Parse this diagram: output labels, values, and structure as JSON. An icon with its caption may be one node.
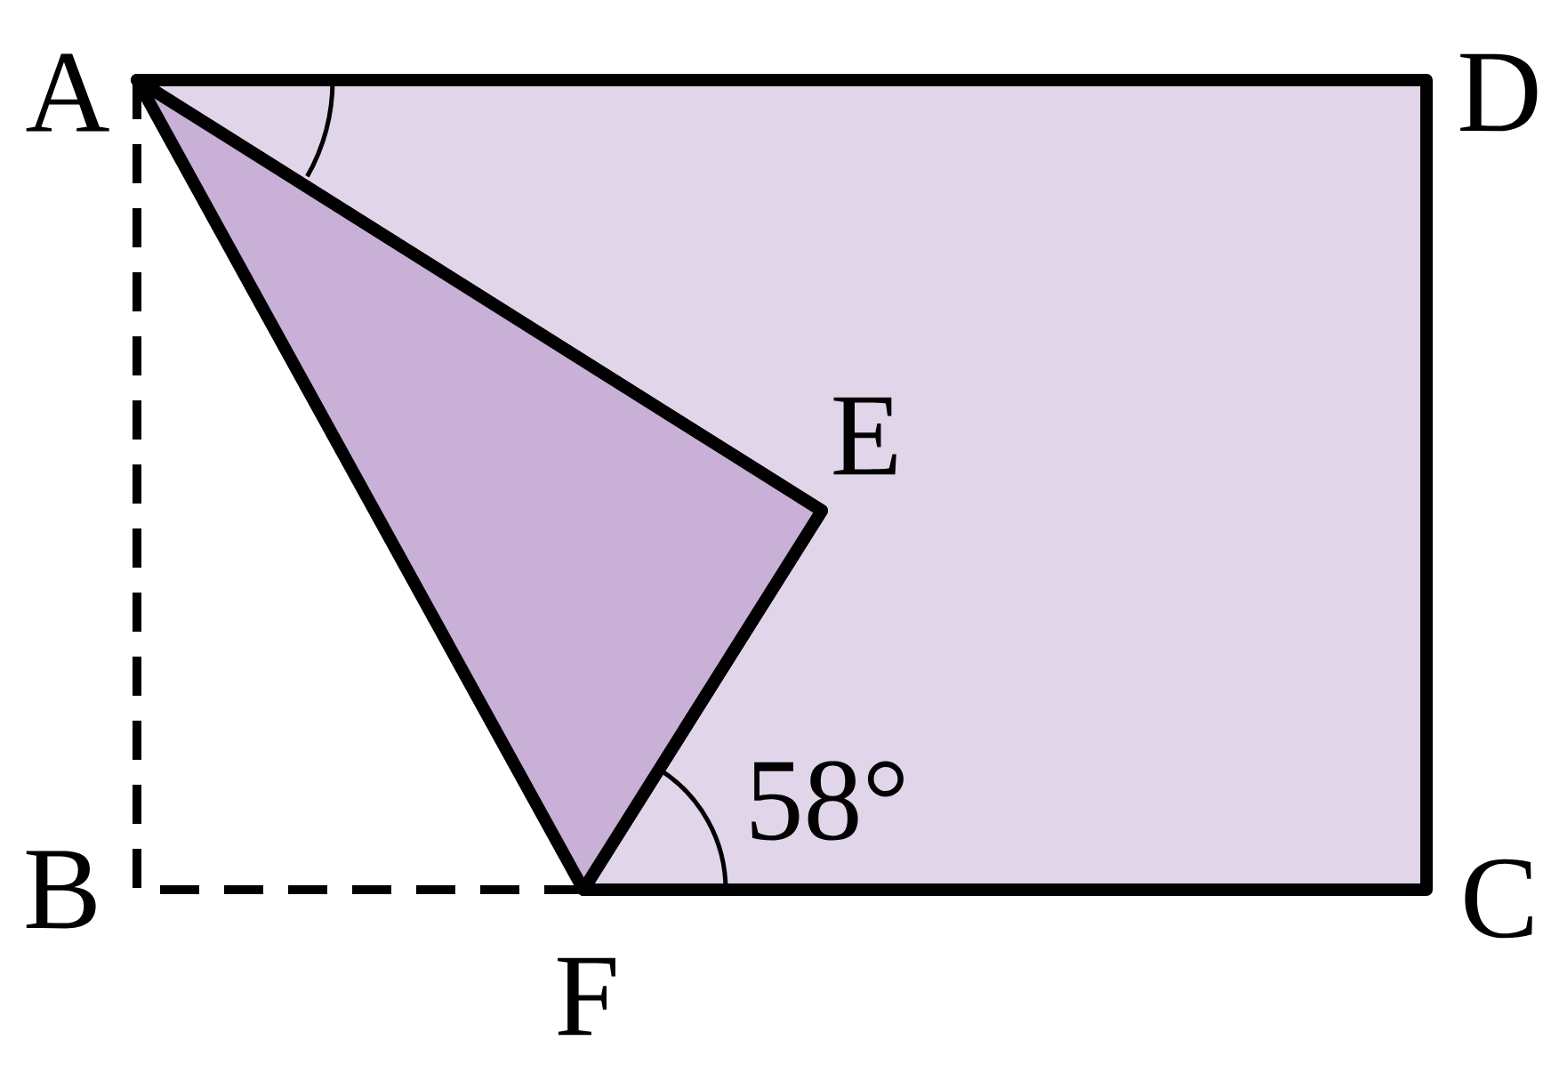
{
  "diagram": {
    "labels": [
      "A",
      "D",
      "E",
      "B",
      "C",
      "F",
      "58°"
    ]
  }
}
